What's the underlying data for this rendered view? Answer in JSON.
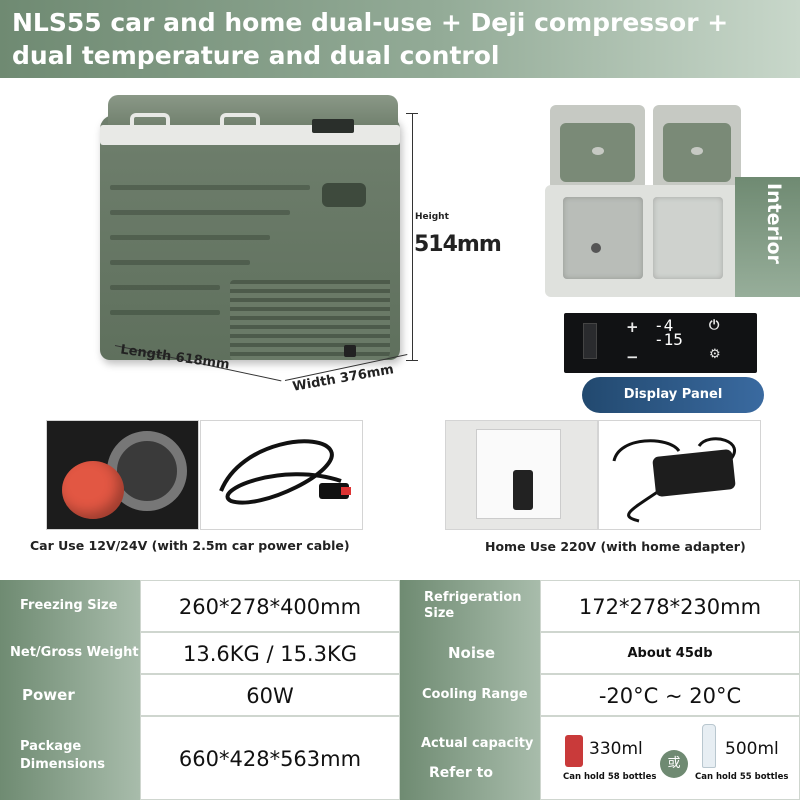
{
  "header": {
    "title": "NLS55 car and home dual-use + Deji compressor + dual temperature and dual control"
  },
  "product_image": {
    "height_label": "Height",
    "height_value": "514mm",
    "length_label": "Length 618mm",
    "width_label": "Width 376mm"
  },
  "interior": {
    "tab_label": "Interior"
  },
  "display_panel": {
    "button_label": "Display Panel",
    "plus": "+",
    "minus": "−",
    "digits_top": "-4",
    "digits_bottom": "-15",
    "power_symbol": "⏻",
    "settings_symbol": "⚙"
  },
  "power": {
    "car_caption": "Car Use 12V/24V (with 2.5m car power cable)",
    "home_caption": "Home Use 220V (with home adapter)"
  },
  "specs": {
    "freezing_size_label": "Freezing Size",
    "freezing_size_value": "260*278*400mm",
    "refrigeration_size_label": "Refrigeration Size",
    "refrigeration_size_value": "172*278*230mm",
    "weight_label": "Net/Gross Weight",
    "weight_value": "13.6KG  /  15.3KG",
    "noise_label": "Noise",
    "noise_value": "About 45db",
    "power_label": "Power",
    "power_value": "60W",
    "cooling_label": "Cooling Range",
    "cooling_value": "-20°C ~ 20°C",
    "package_label": "Package Dimensions",
    "package_value": "660*428*563mm",
    "capacity_label_1": "Actual capacity",
    "capacity_label_2": "Refer to",
    "can_size": "330ml",
    "can_note": "Can hold 58 bottles",
    "or_label": "或",
    "bottle_size": "500ml",
    "bottle_note": "Can hold 55 bottles"
  }
}
